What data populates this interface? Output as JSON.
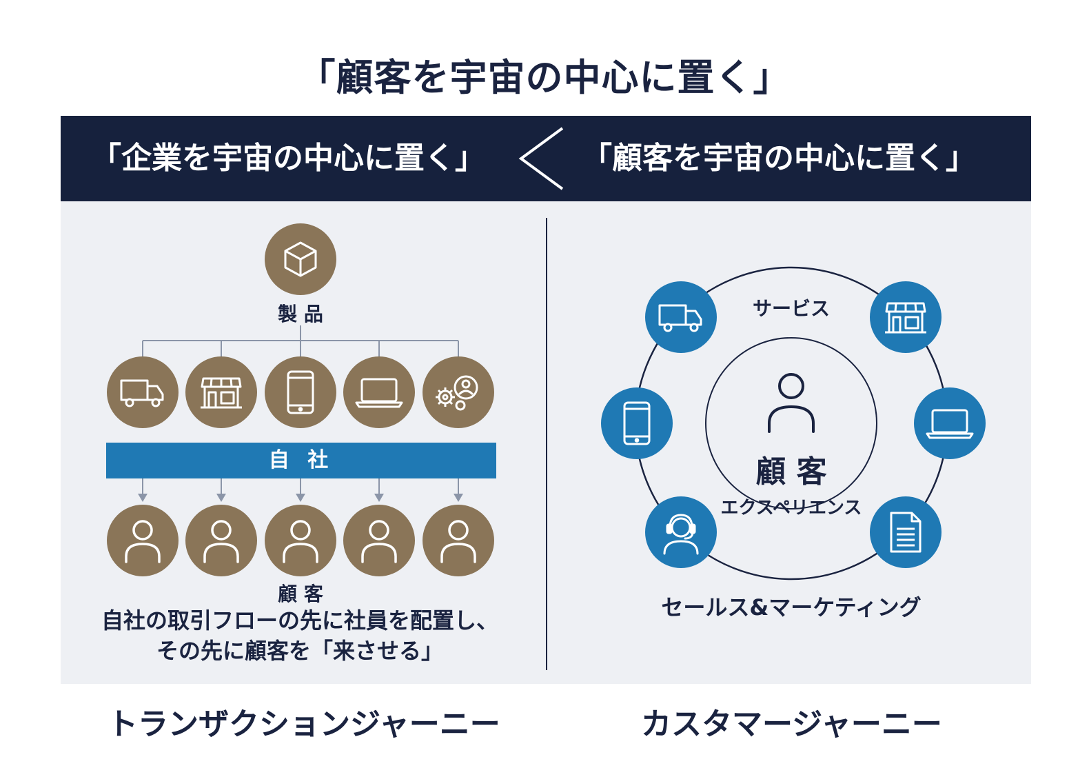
{
  "main_title": "「顧客を宇宙の中心に置く」",
  "banner": {
    "left_text": "「企業を宇宙の中心に置く」",
    "comparison_symbol": "＜",
    "right_text": "「顧客を宇宙の中心に置く」"
  },
  "left_panel": {
    "product_label": "製 品",
    "channel_icons": [
      "truck-icon",
      "store-icon",
      "smartphone-icon",
      "laptop-icon",
      "gear-person-icon"
    ],
    "company_label": "自 社",
    "customer_label": "顧 客",
    "description_line1": "自社の取引フローの先に社員を配置し、",
    "description_line2": "その先に顧客を「来させる」",
    "footer": "トランザクションジャーニー"
  },
  "right_panel": {
    "service_label": "サービス",
    "center_label": "顧 客",
    "experience_label": "エクスペリエンス",
    "sales_label": "セールス&マーケティング",
    "footer": "カスタマージャーニー"
  },
  "colors": {
    "navy": "#16213d",
    "brown": "#8a7558",
    "blue": "#1f79b4",
    "panel": "#eef0f4"
  }
}
